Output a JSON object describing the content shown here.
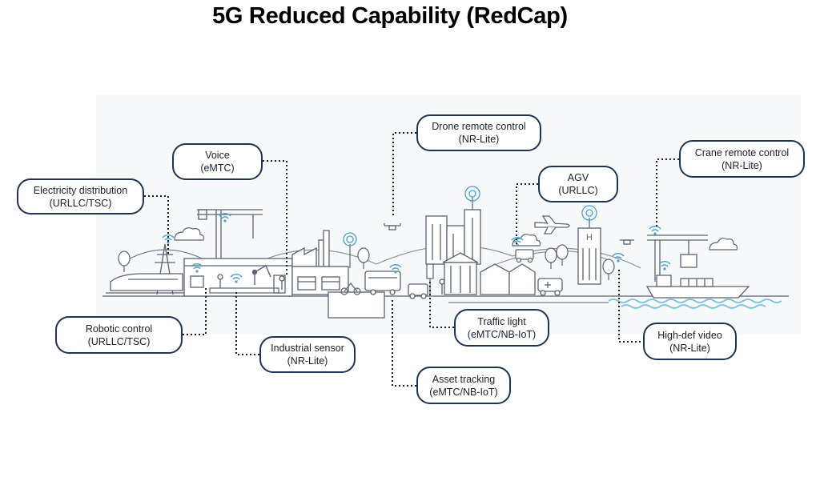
{
  "title": "5G Reduced Capability (RedCap)",
  "colors": {
    "callout_border": "#1f3354",
    "signal": "#4aa3c8",
    "line_art": "#5b6472",
    "water": "#7cc4dc"
  },
  "callouts": {
    "electricity": {
      "name": "Electricity distribution",
      "tech": "(URLLC/TSC)"
    },
    "voice": {
      "name": "Voice",
      "tech": "(eMTC)"
    },
    "drone": {
      "name": "Drone remote control",
      "tech": "(NR-Lite)"
    },
    "agv": {
      "name": "AGV",
      "tech": "(URLLC)"
    },
    "crane": {
      "name": "Crane remote control",
      "tech": "(NR-Lite)"
    },
    "robotic": {
      "name": "Robotic control",
      "tech": "(URLLC/TSC)"
    },
    "industrial": {
      "name": "Industrial sensor",
      "tech": "(NR-Lite)"
    },
    "traffic": {
      "name": "Traffic light",
      "tech": "(eMTC/NB-IoT)"
    },
    "asset": {
      "name": "Asset tracking",
      "tech": "(eMTC/NB-IoT)"
    },
    "video": {
      "name": "High-def video",
      "tech": "(NR-Lite)"
    }
  },
  "icons": [
    "cloud-icon",
    "tree-icon",
    "crane-icon",
    "drone-icon",
    "airplane-icon",
    "ship-icon",
    "hospital-icon",
    "cell-tower-icon",
    "wifi-signal-icon",
    "robot-arm-icon",
    "truck-icon",
    "bus-icon",
    "train-icon"
  ]
}
